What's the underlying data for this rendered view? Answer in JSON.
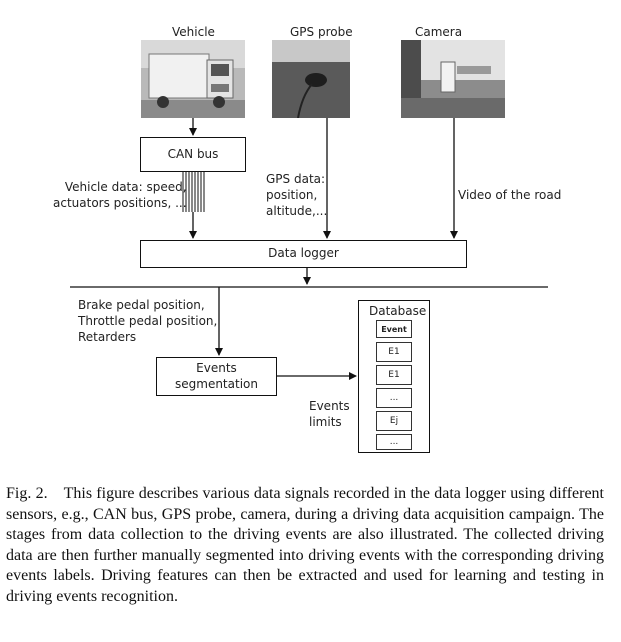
{
  "diagram": {
    "sources": {
      "vehicle": "Vehicle",
      "gps": "GPS probe",
      "camera": "Camera"
    },
    "boxes": {
      "can_bus": "CAN bus",
      "data_logger": "Data logger",
      "events_segmentation": [
        "Events",
        "segmentation"
      ]
    },
    "edge_labels": {
      "vehicle_data": [
        "Vehicle data: speed,",
        "actuators positions, ..."
      ],
      "gps_data": [
        "GPS data:",
        "position,",
        "altitude,..."
      ],
      "video": "Video of the road",
      "pedals": [
        "Brake pedal position,",
        "Throttle pedal position,",
        "Retarders"
      ],
      "events_limits": [
        "Events",
        "limits"
      ]
    },
    "database": {
      "title": "Database",
      "header": "Event",
      "rows": [
        "E1",
        "E1",
        "...",
        "Ej",
        "..."
      ]
    }
  },
  "caption": "Fig. 2.  This figure describes various data signals recorded in the data logger using different sensors, e.g., CAN bus, GPS probe, camera, during a driving data acquisition campaign. The stages from data collection to the driving events are also illustrated. The collected driving data are then further manually segmented into driving events with the corresponding driving events labels. Driving features can then be extracted and used for learning and testing in driving events recognition."
}
